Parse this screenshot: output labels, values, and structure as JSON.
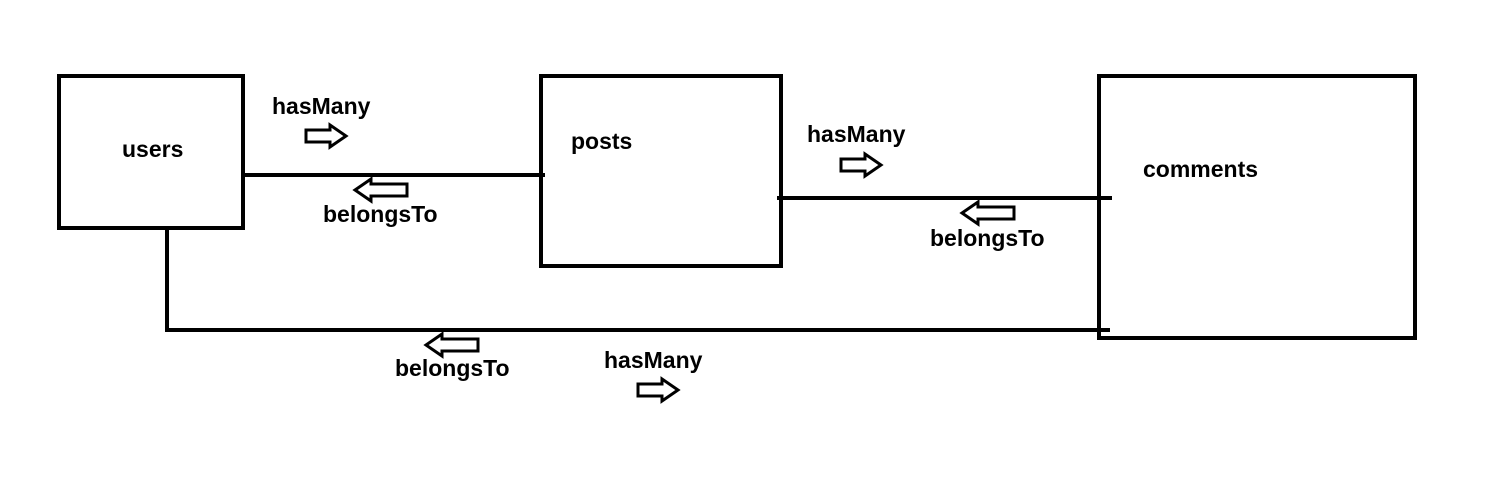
{
  "entities": {
    "users": "users",
    "posts": "posts",
    "comments": "comments"
  },
  "relations": {
    "users_posts": {
      "forward": "hasMany",
      "backward": "belongsTo"
    },
    "posts_comments": {
      "forward": "hasMany",
      "backward": "belongsTo"
    },
    "users_comments": {
      "forward": "hasMany",
      "backward": "belongsTo"
    }
  },
  "colors": {
    "line": "#000000",
    "background": "#ffffff"
  },
  "icons": {
    "forward": "right-arrow-icon",
    "backward": "left-arrow-icon"
  }
}
